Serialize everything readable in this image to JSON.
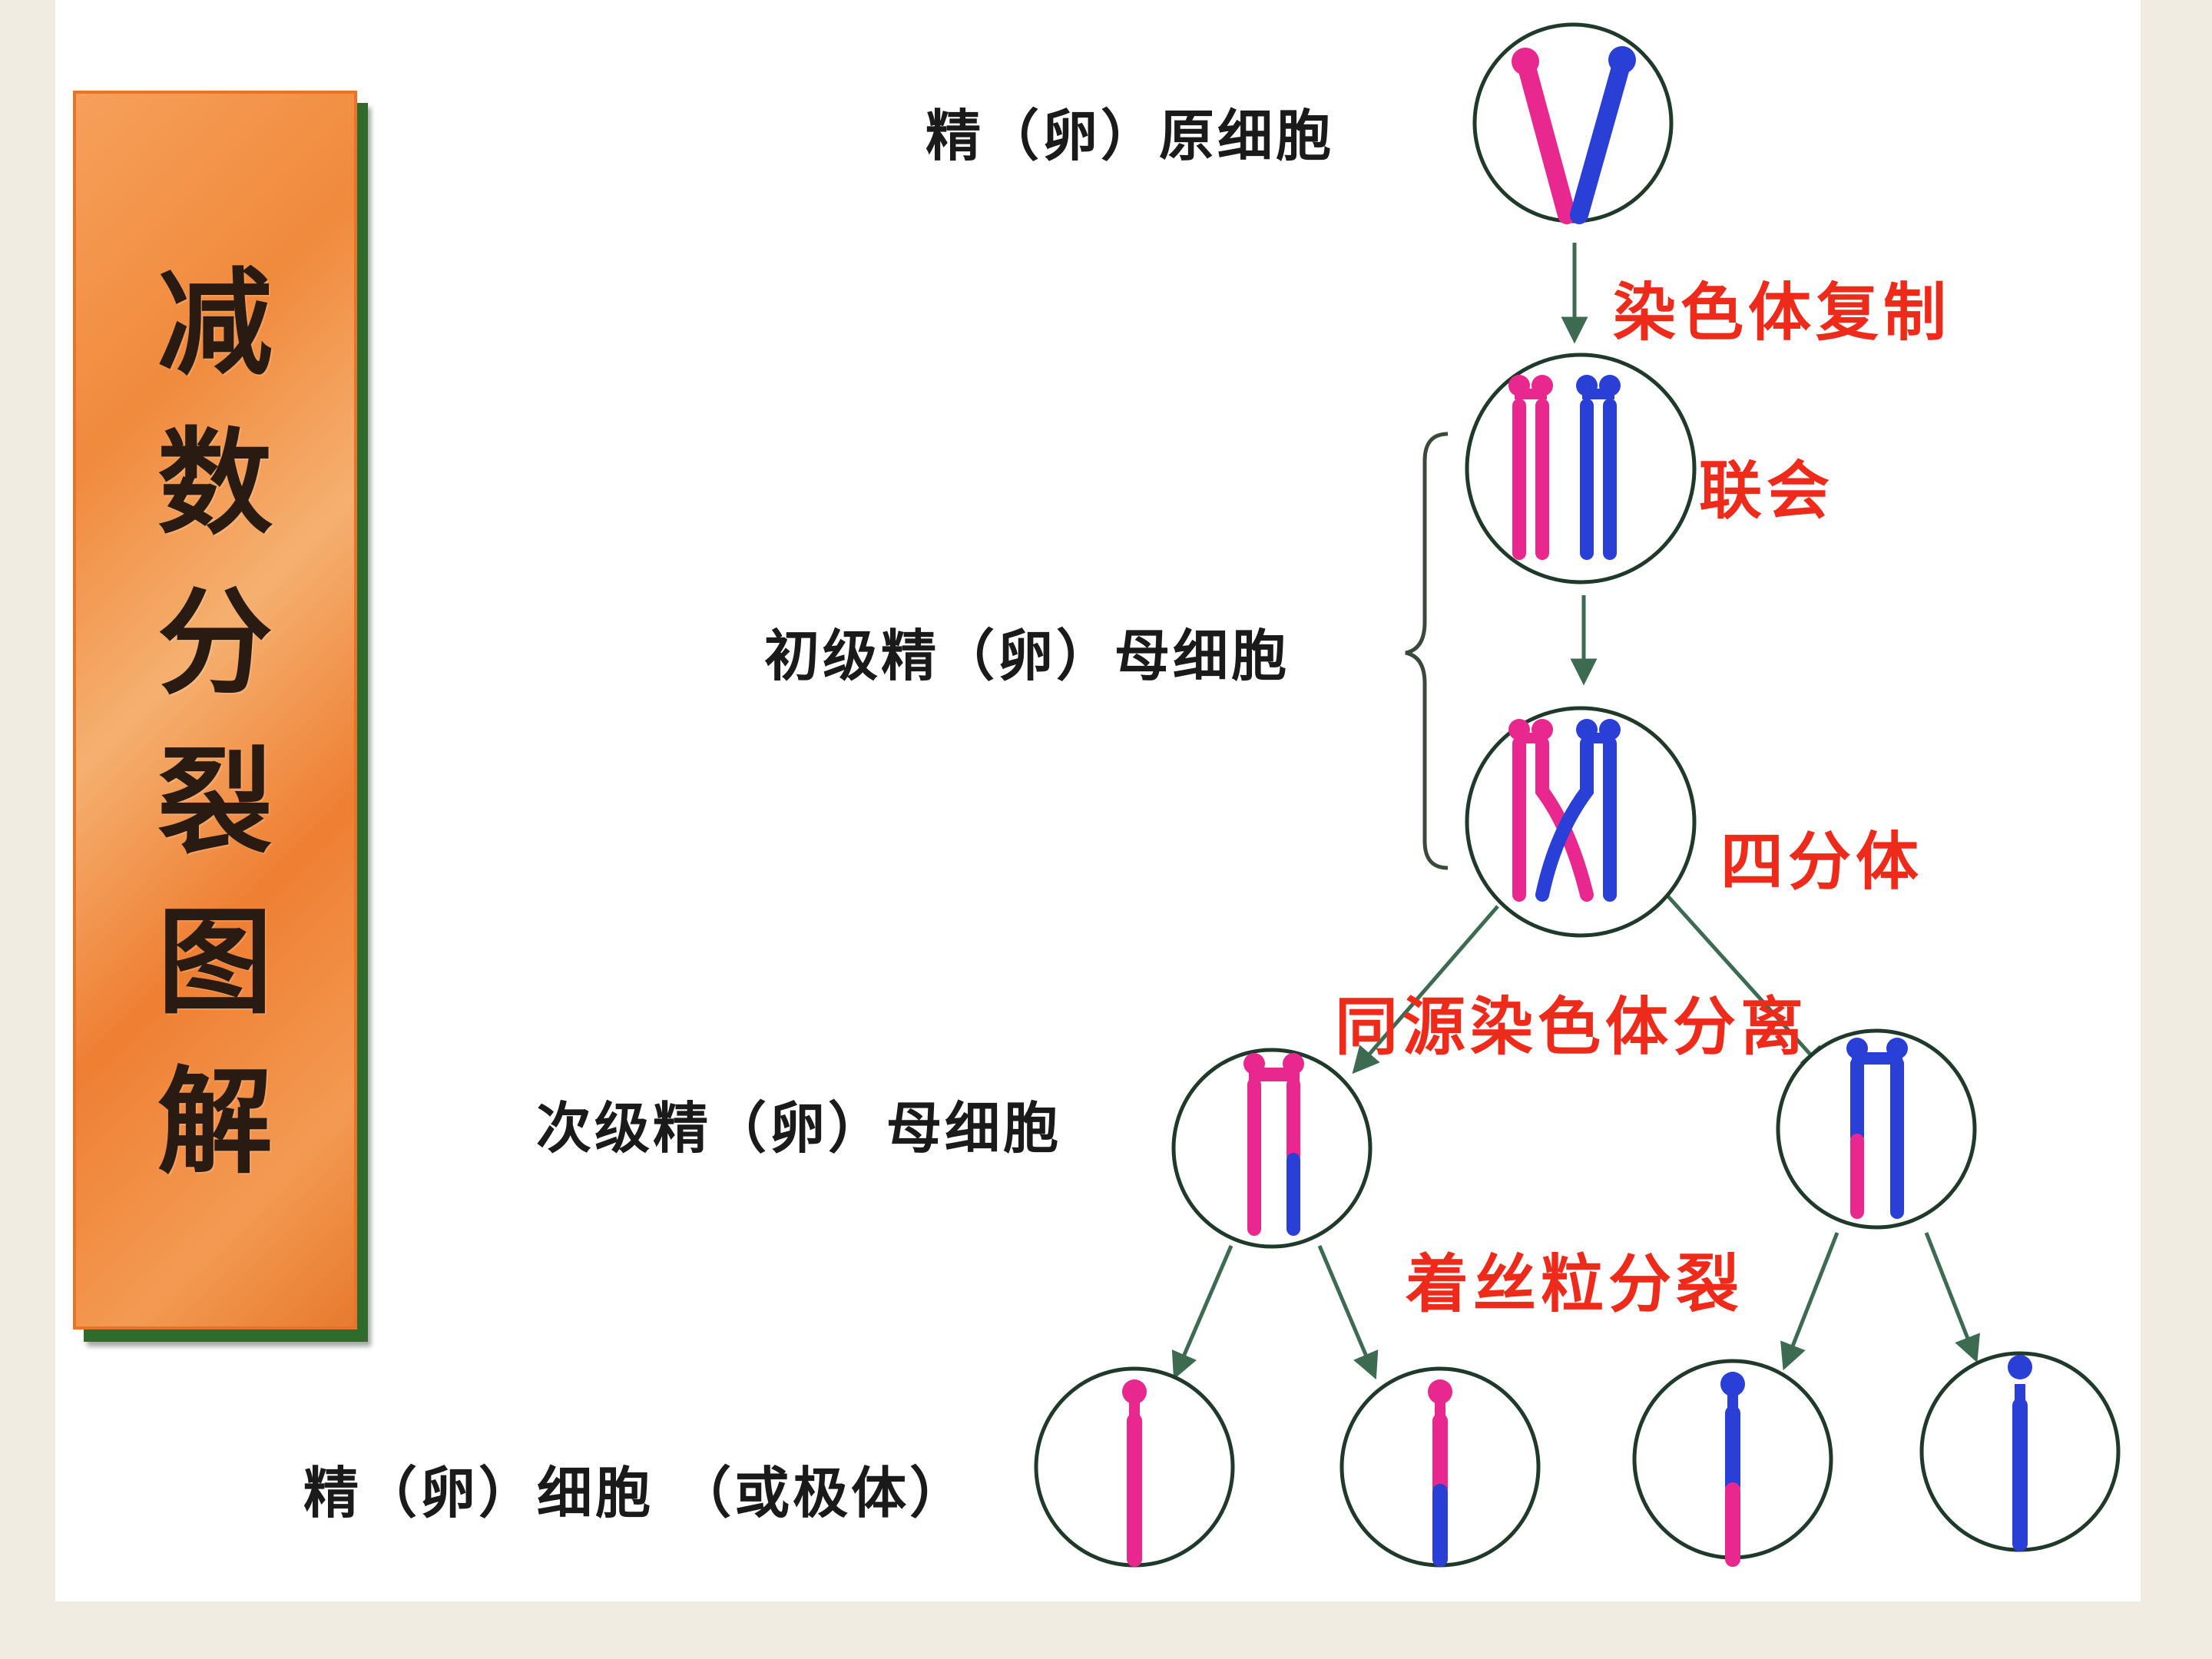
{
  "title_chars": [
    "减",
    "数",
    "分",
    "裂",
    "图",
    "解"
  ],
  "labels": {
    "spermatogonium": "精（卵）原细胞",
    "primary": "初级精（卵）母细胞",
    "secondary": "次级精（卵）母细胞",
    "gamete": "精（卵）细胞 （或极体）"
  },
  "steps": {
    "replication": "染色体复制",
    "synapsis": "联会",
    "tetrad": "四分体",
    "homolog_separation": "同源染色体分离",
    "centromere_split": "着丝粒分裂"
  },
  "colors": {
    "maternal": "#e8288e",
    "paternal": "#2a3fd6",
    "cell_outline": "#1f3a2a",
    "arrow": "#3d6b52",
    "step_text": "#ee2a1b"
  }
}
